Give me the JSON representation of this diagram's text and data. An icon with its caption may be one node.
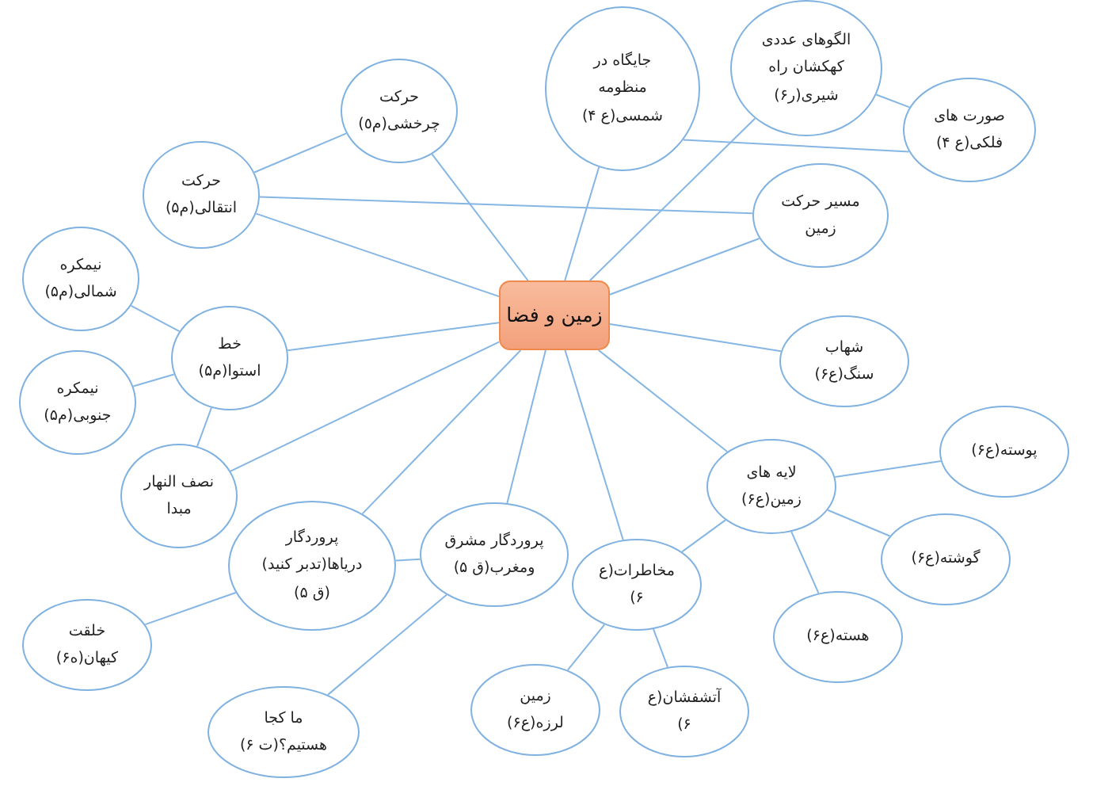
{
  "diagram": {
    "nodes": [
      {
        "text": [
          "زمین و فضا"
        ]
      },
      {
        "text": [
          "حرکت چرخشی(م٥)"
        ]
      },
      {
        "text": [
          "حرکت انتقالی(م۵)"
        ]
      },
      {
        "text": [
          "جایگاه در منظومه شمسی(ع ۴)"
        ]
      },
      {
        "text": [
          "الگوهای عددی کهکشان راه شیری(ر۶)"
        ]
      },
      {
        "text": [
          "صورت های فلکی(ع ۴)"
        ]
      },
      {
        "text": [
          "مسیر حرکت زمین"
        ]
      },
      {
        "text": [
          "شهاب سنگ(ع۶)"
        ]
      },
      {
        "text": [
          "لایه های زمین(ع۶)"
        ]
      },
      {
        "text": [
          "پوسته(ع۶)"
        ]
      },
      {
        "text": [
          "گوشته(ع۶)"
        ]
      },
      {
        "text": [
          "هسته(ع۶)"
        ]
      },
      {
        "text": [
          "مخاطرات(ع ۶)"
        ]
      },
      {
        "text": [
          "زمین لرزه(ع۶)"
        ]
      },
      {
        "text": [
          "آتشفشان(ع ۶)"
        ]
      },
      {
        "text": [
          "پروردگار مشرق ومغرب(ق ۵)"
        ]
      },
      {
        "text": [
          "پروردگار دریاها(تدبر کنید) (ق ۵)"
        ]
      },
      {
        "text": [
          "خلقت کیهان(ه۶)"
        ]
      },
      {
        "text": [
          "ما کجا هستیم؟(ت ۶)"
        ]
      },
      {
        "text": [
          "نصف النهار مبدا"
        ]
      },
      {
        "text": [
          "خط استوا(م۵)"
        ]
      },
      {
        "text": [
          "نیمکره شمالی(م۵)"
        ]
      },
      {
        "text": [
          "نیمکره جنوبی(م۵)"
        ]
      }
    ],
    "edges": [
      {
        "from": 0,
        "to": 1,
        "arrow": "none"
      },
      {
        "from": 0,
        "to": 2,
        "arrow": "none"
      },
      {
        "from": 2,
        "to": 1,
        "arrow": "none"
      },
      {
        "from": 2,
        "to": 6,
        "arrow": "none"
      },
      {
        "from": 0,
        "to": 3,
        "arrow": "none"
      },
      {
        "from": 0,
        "to": 4,
        "arrow": "none"
      },
      {
        "from": 3,
        "to": 5,
        "arrow": "none"
      },
      {
        "from": 4,
        "to": 5,
        "arrow": "none"
      },
      {
        "from": 0,
        "to": 6,
        "arrow": "none"
      },
      {
        "from": 0,
        "to": 7,
        "arrow": "none"
      },
      {
        "from": 0,
        "to": 8,
        "arrow": "none"
      },
      {
        "from": 8,
        "to": 9,
        "arrow": "none"
      },
      {
        "from": 8,
        "to": 10,
        "arrow": "none"
      },
      {
        "from": 8,
        "to": 11,
        "arrow": "none"
      },
      {
        "from": 8,
        "to": 12,
        "arrow": "none"
      },
      {
        "from": 0,
        "to": 12,
        "arrow": "none"
      },
      {
        "from": 12,
        "to": 13,
        "arrow": "none"
      },
      {
        "from": 12,
        "to": 14,
        "arrow": "none"
      },
      {
        "from": 0,
        "to": 15,
        "arrow": "none"
      },
      {
        "from": 0,
        "to": 16,
        "arrow": "none"
      },
      {
        "from": 16,
        "to": 15,
        "arrow": "none"
      },
      {
        "from": 15,
        "to": 18,
        "arrow": "none"
      },
      {
        "from": 16,
        "to": 17,
        "arrow": "none"
      },
      {
        "from": 0,
        "to": 19,
        "arrow": "none"
      },
      {
        "from": 0,
        "to": 20,
        "arrow": "none"
      },
      {
        "from": 20,
        "to": 21,
        "arrow": "none"
      },
      {
        "from": 20,
        "to": 22,
        "arrow": "none"
      },
      {
        "from": 20,
        "to": 19,
        "arrow": "none"
      }
    ]
  }
}
